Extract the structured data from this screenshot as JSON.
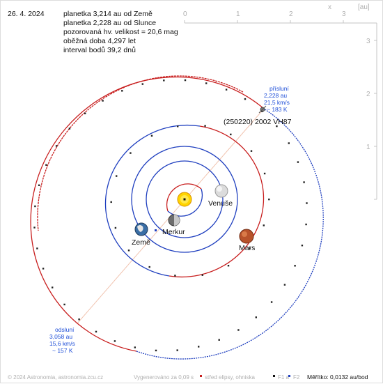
{
  "header": {
    "date": "26. 4. 2024",
    "lines": [
      "planetka 3,214 au od Země",
      "planetka 2,228 au od Slunce",
      "pozorovaná hv. velikost = 20,6 mag",
      "oběžná doba 4,297 let",
      "interval bodů 39,2 dnů"
    ]
  },
  "axes": {
    "x_label": "x",
    "unit_label": "[au]",
    "x_ticks": [
      "0",
      "1",
      "2",
      "3"
    ],
    "y_ticks": [
      "3",
      "2",
      "1"
    ]
  },
  "perihelion": {
    "title": "přísluní",
    "distance": "2,228 au",
    "speed": "21,5 km/s",
    "temp": "~ 183 K"
  },
  "aphelion": {
    "title": "odsluní",
    "distance": "3,058 au",
    "speed": "15,6 km/s",
    "temp": "~ 157 K"
  },
  "asteroid_name": "(250220) 2002 VH87",
  "planets": {
    "venus": "Venuše",
    "mercury": "Merkur",
    "earth": "Země",
    "mars": "Mars"
  },
  "footer": {
    "copyright": "© 2024 Astronomia, astronomia.zcu.cz",
    "generated": "Vygenerováno za 0,09 s",
    "center_legend": "střed elipsy, ohniska",
    "f1": "F1 a",
    "f2": "F2",
    "scale": "Měřítko: 0,0132 au/bod"
  },
  "colors": {
    "orbit_blue": "#1f3fbf",
    "orbit_red": "#c81e1e",
    "axis_gray": "#b4b4b4",
    "label_blue": "#1f4fd8"
  }
}
